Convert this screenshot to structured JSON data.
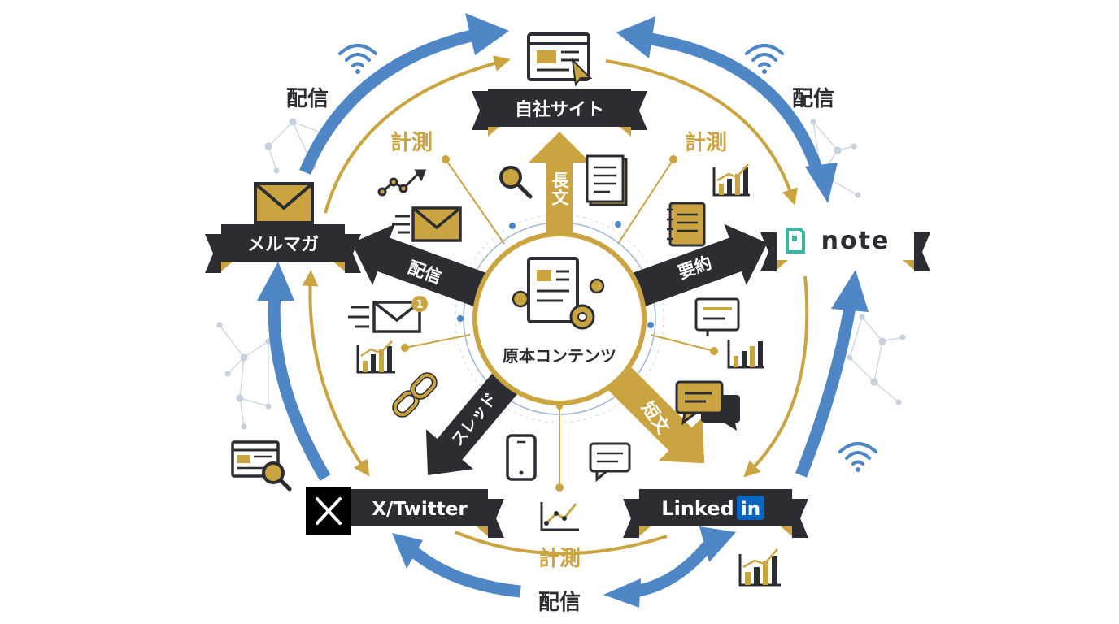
{
  "center": {
    "label": "原本コンテンツ"
  },
  "platforms": {
    "site": {
      "label": "自社サイト"
    },
    "note": {
      "label": "note"
    },
    "linkedin": {
      "label_main": "Linked",
      "label_badge": "in"
    },
    "twitter": {
      "label": "X/Twitter"
    },
    "mail": {
      "label": "メルマガ"
    }
  },
  "arrows": {
    "to_site": "長文",
    "to_note": "要約",
    "to_linkedin": "短文",
    "to_twitter": "スレッド",
    "to_mail": "配信"
  },
  "outer_labels": {
    "haishin_top_left": "配信",
    "haishin_top_right": "配信",
    "haishin_bottom": "配信",
    "keisoku_top_left": "計測",
    "keisoku_top_right": "計測",
    "keisoku_bottom": "計測"
  },
  "icons": {
    "mail_badge": "1"
  },
  "colors": {
    "dark": "#2b2d33",
    "gold": "#c9a440",
    "blue": "#4f86c6",
    "note_green": "#3fb2a4",
    "linkedin_blue": "#0a66c2",
    "network": "#b6c6d6"
  }
}
